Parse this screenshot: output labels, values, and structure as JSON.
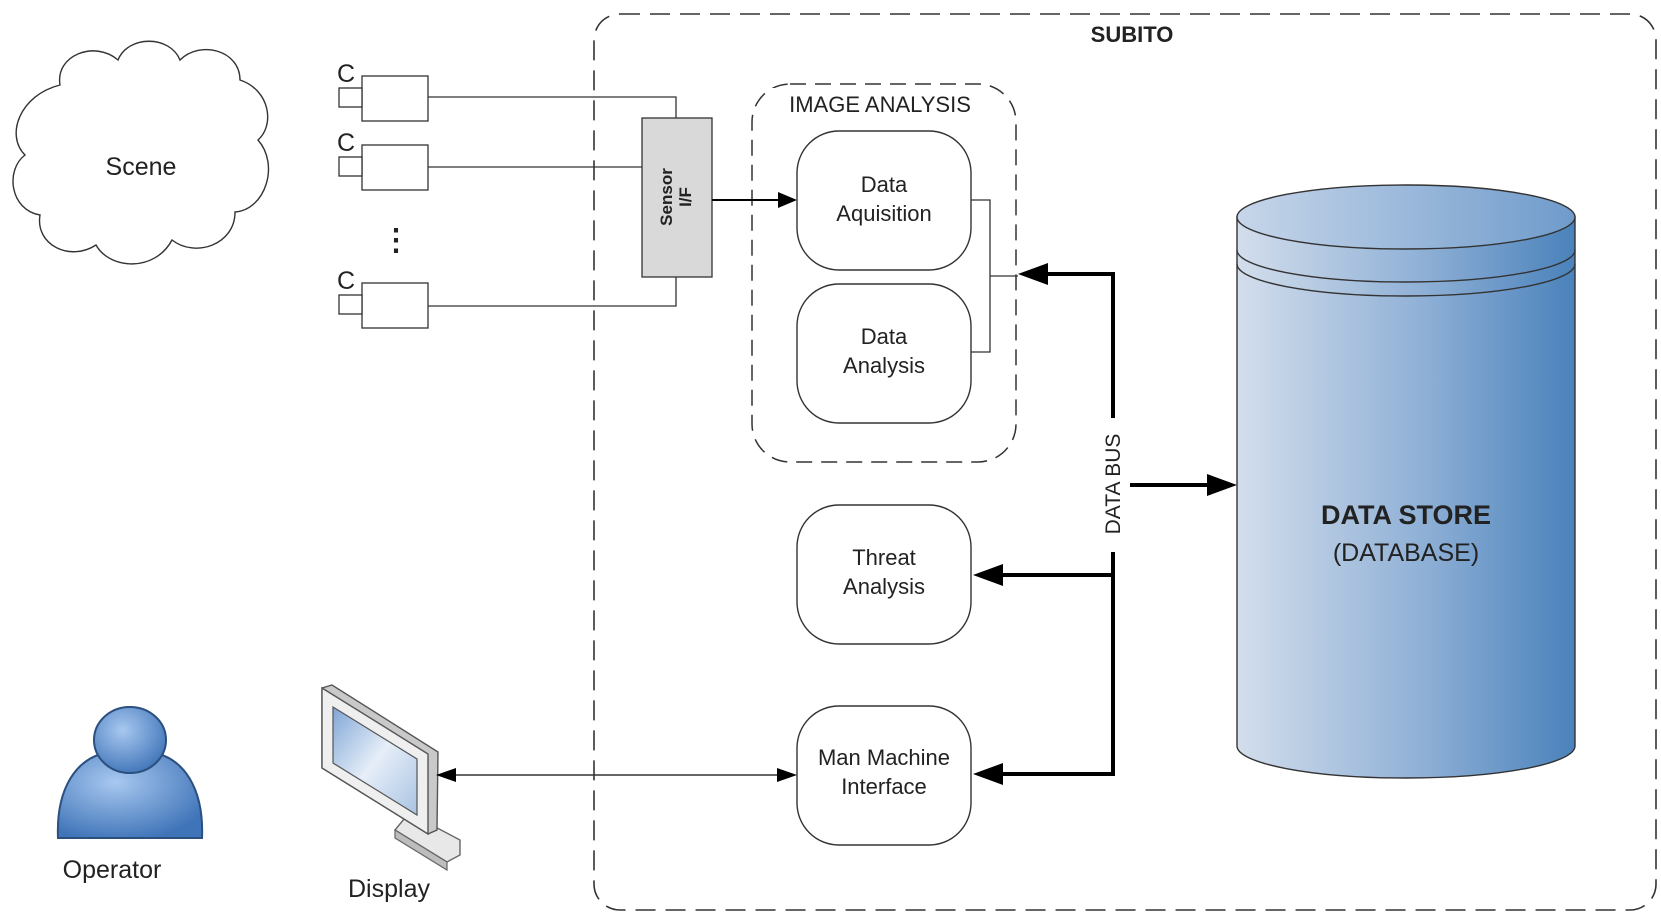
{
  "diagram": {
    "system_label": "SUBITO",
    "scene_label": "Scene",
    "camera_label": "C",
    "ellipsis": "⋮",
    "sensor": {
      "line1": "Sensor",
      "line2": "I/F"
    },
    "image_analysis_label": "IMAGE ANALYSIS",
    "data_acquisition": {
      "line1": "Data",
      "line2": "Aquisition"
    },
    "data_analysis": {
      "line1": "Data",
      "line2": "Analysis"
    },
    "threat_analysis": {
      "line1": "Threat",
      "line2": "Analysis"
    },
    "mmi": {
      "line1": "Man Machine",
      "line2": "Interface"
    },
    "data_bus_label": "DATA BUS",
    "data_store": {
      "line1": "DATA STORE",
      "line2": "(DATABASE)"
    },
    "operator_label": "Operator",
    "display_label": "Display",
    "icons": [
      "cloud-icon",
      "camera-icon",
      "operator-icon",
      "monitor-icon",
      "database-cylinder-icon"
    ],
    "colors": {
      "cylinder_light": "#cfdcec",
      "cylinder_dark": "#4f86bd",
      "sensor_fill": "#d9d9d9",
      "operator_blue": "#5b8fd0",
      "stroke": "#222222"
    }
  }
}
